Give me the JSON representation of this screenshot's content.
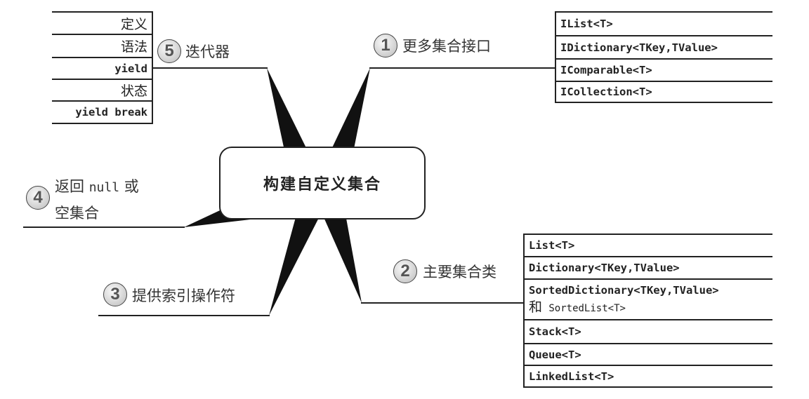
{
  "center": "构建自定义集合",
  "branches": {
    "b1": {
      "num": "1",
      "label": "更多集合接口",
      "items": [
        "IList<T>",
        "IDictionary<TKey,TValue>",
        "IComparable<T>",
        "ICollection<T>"
      ]
    },
    "b2": {
      "num": "2",
      "label": "主要集合类",
      "items": [
        "List<T>",
        "Dictionary<TKey,TValue>",
        "SortedDictionary<TKey,TValue>",
        "和",
        "SortedList<T>",
        "Stack<T>",
        "Queue<T>",
        "LinkedList<T>"
      ]
    },
    "b3": {
      "num": "3",
      "label": "提供索引操作符"
    },
    "b4": {
      "num": "4",
      "label_a": "返回",
      "label_code": "null",
      "label_b": "或",
      "label_c": "空集合"
    },
    "b5": {
      "num": "5",
      "label": "迭代器",
      "items": [
        "定义",
        "语法",
        "yield",
        "状态",
        "yield break"
      ]
    }
  }
}
